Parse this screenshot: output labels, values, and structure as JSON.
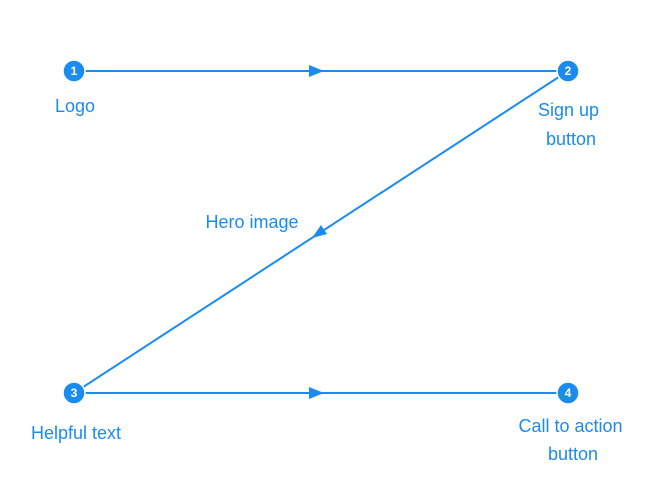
{
  "colors": {
    "accent": "#1a8cf0",
    "background": "#ffffff",
    "node_text": "#ffffff"
  },
  "nodes": [
    {
      "number": "1",
      "label_lines": [
        "Logo"
      ]
    },
    {
      "number": "2",
      "label_lines": [
        "Sign up",
        "button"
      ]
    },
    {
      "number": "3",
      "label_lines": [
        "Helpful text"
      ]
    },
    {
      "number": "4",
      "label_lines": [
        "Call to action",
        "button"
      ]
    }
  ],
  "edges": [
    {
      "from": "1",
      "to": "2",
      "label": ""
    },
    {
      "from": "2",
      "to": "3",
      "label": "Hero image"
    },
    {
      "from": "3",
      "to": "4",
      "label": ""
    }
  ]
}
